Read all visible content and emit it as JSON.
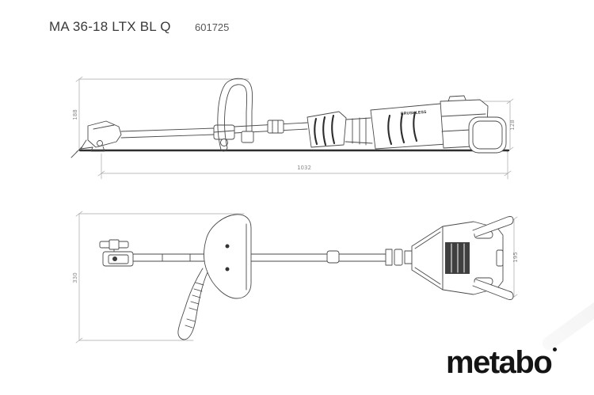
{
  "header": {
    "title": "MA 36-18 LTX BL Q",
    "article_number": "601725"
  },
  "side_view": {
    "description": "side elevation technical drawing of multi-tool with loop handle, motor housing, battery and stand hook on ground line",
    "dim_height_left": "188",
    "dim_height_right": "128",
    "dim_length": "1032",
    "motor_label": "BRUSHLESS"
  },
  "top_view": {
    "description": "plan view technical drawing of multi-tool with cross handle, grip and battery housing with carry hooks",
    "dim_width_left": "330",
    "dim_width_right": "195"
  },
  "branding": {
    "logo_text": "metabo"
  },
  "colors": {
    "drawing_line": "#4a4a4a",
    "dark_detail": "#2d2d2d",
    "dimension_line": "#a0a0a0",
    "dimension_text": "#8a8a8a",
    "title_text": "#3a3a3a",
    "logo": "#141414",
    "swoosh": "#ececec",
    "background": "#ffffff"
  }
}
